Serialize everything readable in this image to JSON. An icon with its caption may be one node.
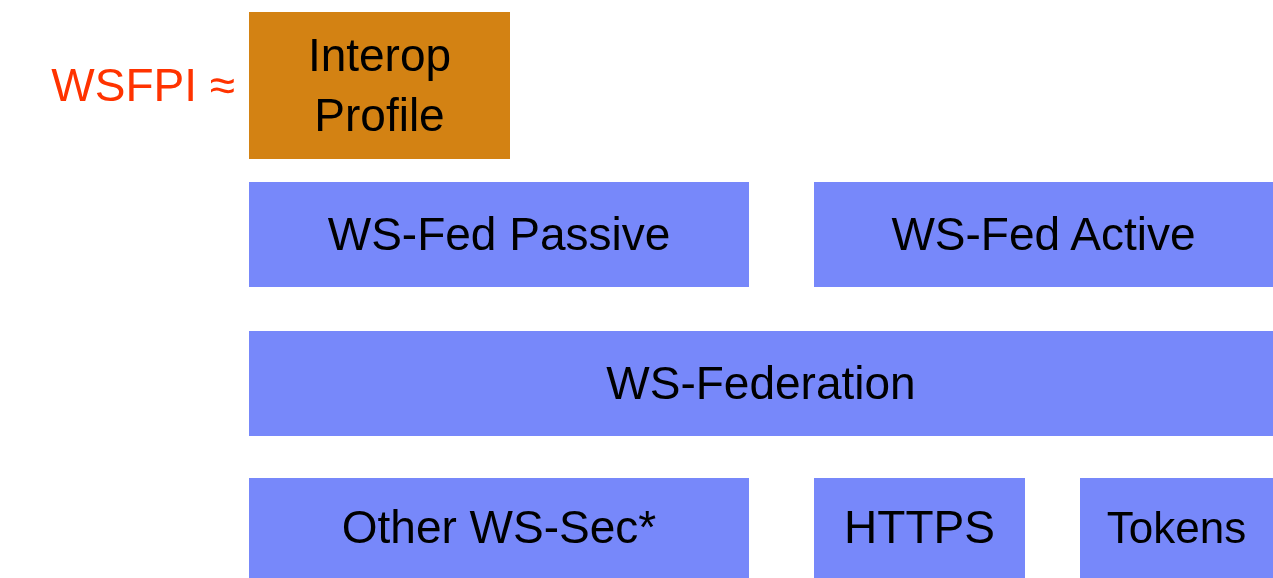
{
  "diagram": {
    "nodes": [
      {
        "text": [
          "Interop Profile"
        ],
        "beside": [
          "WSFPI ≈"
        ]
      },
      {
        "text": [
          "WS-Fed Passive"
        ]
      },
      {
        "text": [
          "WS-Fed Active"
        ]
      },
      {
        "text": [
          "WS-Federation"
        ]
      },
      {
        "text": [
          "Other WS-Sec*"
        ]
      },
      {
        "text": [
          "HTTPS"
        ]
      },
      {
        "text": [
          "Tokens"
        ]
      }
    ],
    "edges": []
  }
}
